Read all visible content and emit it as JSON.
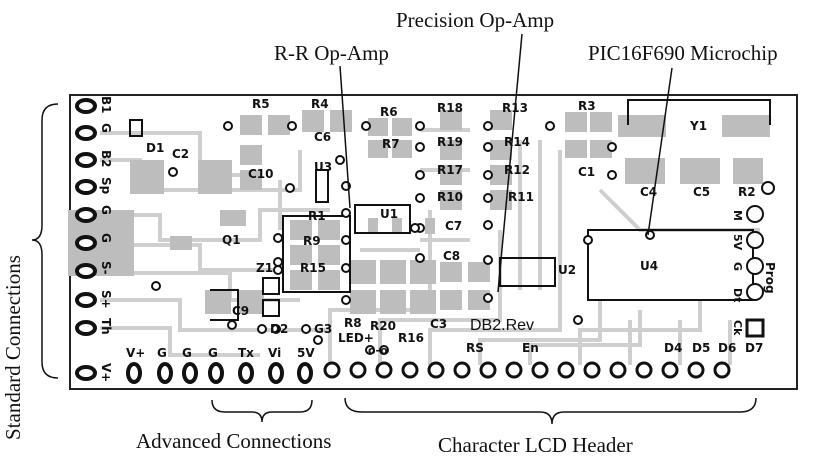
{
  "callouts": {
    "precision_opamp": "Precision Op-Amp",
    "rr_opamp": "R-R Op-Amp",
    "pic": "PIC16F690 Microchip",
    "standard": "Standard Connections",
    "advanced": "Advanced Connections",
    "lcd": "Character LCD Header"
  },
  "board": {
    "revision": "DB2.Rev",
    "left_pins": [
      "B1",
      "G",
      "B2",
      "Sp",
      "G",
      "G",
      "S-",
      "S+",
      "Th",
      "V+"
    ],
    "bottom_pins": [
      "V+",
      "G",
      "G",
      "G",
      "Tx",
      "Vi",
      "5V"
    ],
    "lcd_pins": [
      "RS",
      "En",
      "D4",
      "D5",
      "D6",
      "D7"
    ],
    "prog_pins": [
      "M",
      "5V",
      "G",
      "Dt",
      "Ck"
    ],
    "prog_label": "Prog",
    "components": [
      "R5",
      "R4",
      "R6",
      "R18",
      "R13",
      "R3",
      "Y1",
      "D1",
      "C2",
      "C6",
      "R7",
      "R19",
      "R14",
      "C1",
      "C10",
      "U3",
      "R17",
      "R12",
      "C4",
      "C5",
      "R2",
      "R10",
      "R11",
      "R1",
      "U1",
      "C7",
      "Q1",
      "R9",
      "C8",
      "U2",
      "U4",
      "R15",
      "Z1",
      "C9",
      "D2",
      "G3",
      "R8",
      "R20",
      "C3",
      "LED+",
      "R16"
    ]
  },
  "colors": {
    "board": "#ffffff",
    "trace": "#d0d0d0",
    "pad": "#bdbdbd",
    "ink": "#111111"
  }
}
